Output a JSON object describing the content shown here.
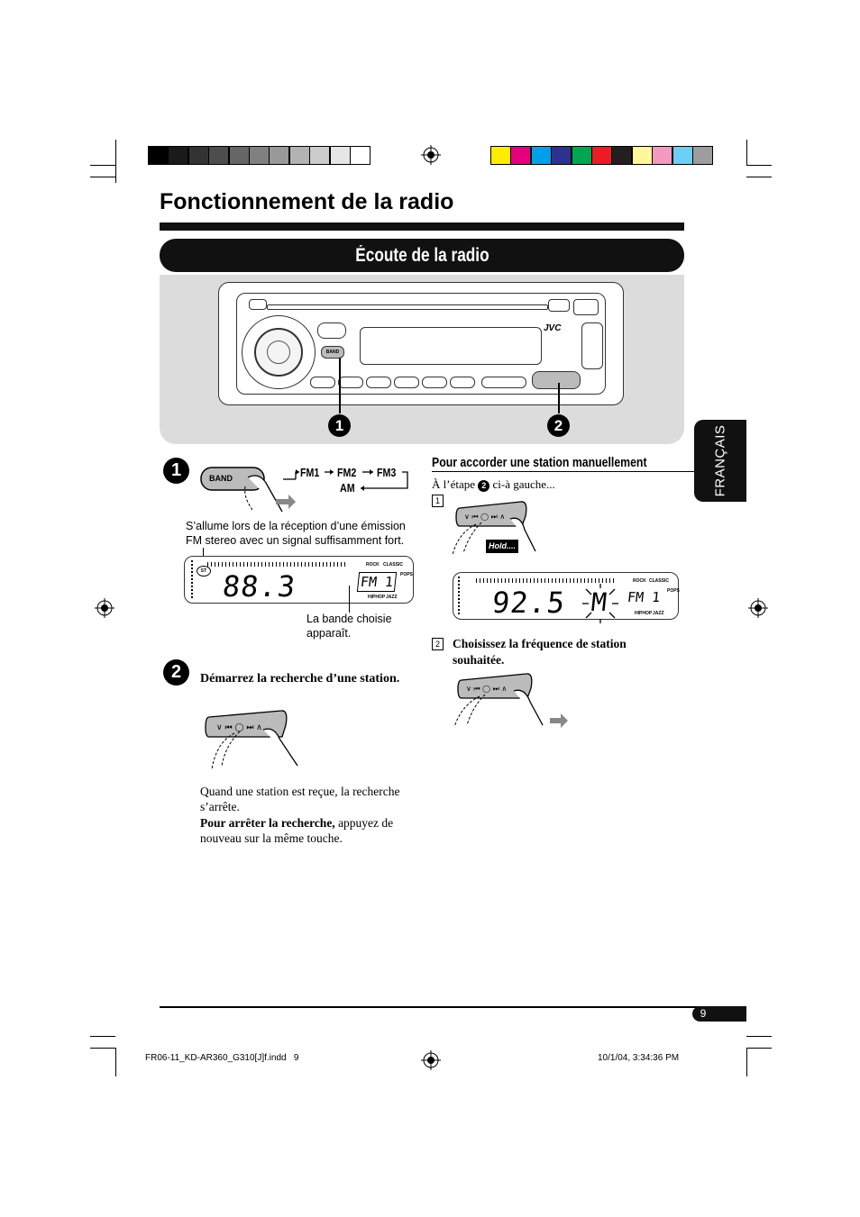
{
  "colors": {
    "gray_bar": [
      "#000000",
      "#1a1a1a",
      "#333333",
      "#4d4d4d",
      "#666666",
      "#808080",
      "#999999",
      "#b3b3b3",
      "#cccccc",
      "#e6e6e6",
      "#ffffff"
    ],
    "color_bar": [
      "#ffed00",
      "#e5007e",
      "#00a0e9",
      "#2e3192",
      "#00a651",
      "#ed1c24",
      "#231f20",
      "#fff799",
      "#f49ac1",
      "#6dcff6",
      "#9d9d9d"
    ],
    "panel_gray": "#dcdcdc",
    "banner": "#111111"
  },
  "page": {
    "title": "Fonctionnement de la radio",
    "section_title": "Écoute de la radio",
    "language_tab": "FRANÇAIS",
    "page_number": "9"
  },
  "device": {
    "brand": "JVC",
    "band_button": "BAND",
    "callout_1": "1",
    "callout_2": "2"
  },
  "step1": {
    "number": "1",
    "band_label": "BAND",
    "band_cycle": [
      "FM1",
      "FM2",
      "FM3",
      "AM"
    ],
    "st_note": "S’allume lors de la réception d’une émission FM stereo avec un signal suffisamment fort.",
    "st_indicator": "ST",
    "display_frequency": "88.3",
    "display_band": "FM 1",
    "band_note": "La bande choisie apparaît."
  },
  "step2": {
    "number": "2",
    "instruction": "Démarrez la recherche d’une station.",
    "result": "Quand une station est reçue, la recherche s’arrête.",
    "stop_bold": "Pour arrêter la recherche,",
    "stop_rest": " appuyez de nouveau sur la même touche."
  },
  "manual": {
    "heading": "Pour accorder une station manuellement",
    "intro_prefix": "À l’étape",
    "intro_ref": "2",
    "intro_suffix": "ci-à gauche...",
    "sub1": "1",
    "hold_label": "Hold....",
    "display_frequency": "92.5",
    "display_mode": "M",
    "display_band": "FM 1",
    "sub2": "2",
    "sub2_text": "Choisissez la fréquence de station souhaitée."
  },
  "lcd_labels": {
    "rock": "ROCK",
    "classic": "CLASSIC",
    "pops": "POPS",
    "hiphop": "HIPHOP",
    "jazz": "JAZZ"
  },
  "footer": {
    "file": "FR06-11_KD-AR360_G310[J]f.indd   9",
    "timestamp": "10/1/04, 3:34:36 PM"
  }
}
